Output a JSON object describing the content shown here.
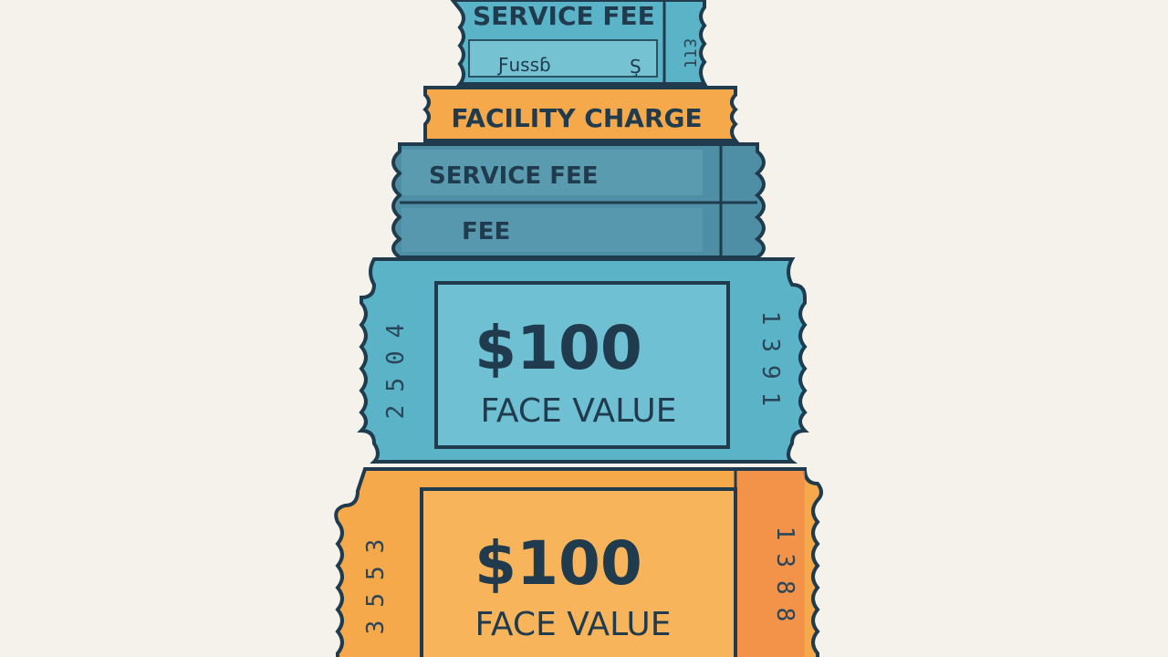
{
  "tickets": {
    "top": {
      "title": "SERVICE FEE",
      "subtitle": "Ƒuѕѕɓ",
      "sub_mark": "Ş",
      "stub_serial": "ƐƖƖ"
    },
    "facility": {
      "title": "FACILITY CHARGE"
    },
    "service": {
      "row1": "SERVICE FEE",
      "row2": "FEE"
    },
    "blue_face": {
      "price": "$100",
      "label": "FACE VALUE",
      "left_serial": "2504",
      "right_serial": "1391"
    },
    "orange_face": {
      "price": "$100",
      "label": "FACE VALUE",
      "left_serial": "3553",
      "right_serial": "1388"
    }
  },
  "colors": {
    "background": "#f4f2ea",
    "blue_ticket": "#5bb3c8",
    "blue_dark": "#4e8fa6",
    "orange_ticket": "#f5a94a",
    "outline": "#1f3b4d"
  }
}
